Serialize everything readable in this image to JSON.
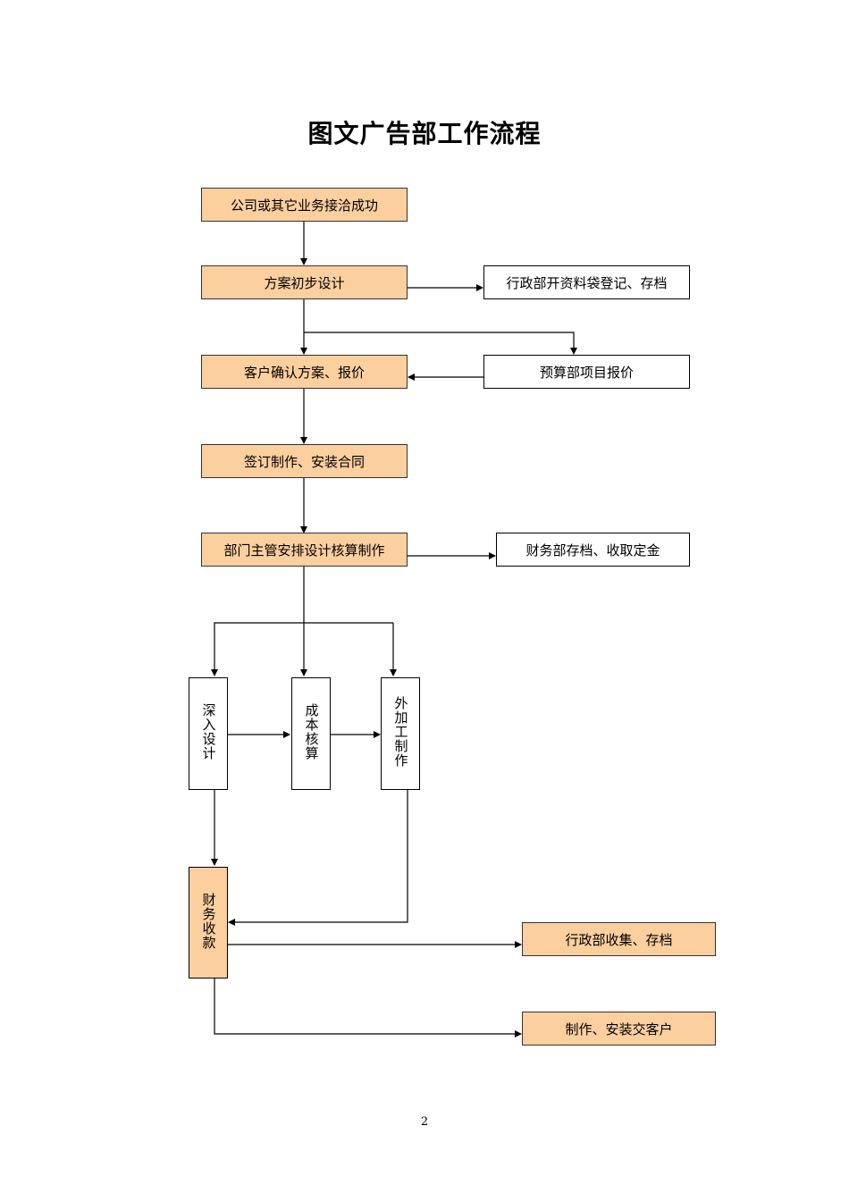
{
  "title": "图文广告部工作流程",
  "colors": {
    "process_fill": "#fbcf9e",
    "line": "#000000"
  },
  "steps": {
    "business_success": "公司或其它业务接洽成功",
    "initial_design": "方案初步设计",
    "admin_register": "行政部开资料袋登记、存档",
    "customer_confirm": "客户确认方案、报价",
    "budget_quote": "预算部项目报价",
    "sign_contract": "签订制作、安装合同",
    "dept_arrange": "部门主管安排设计核算制作",
    "finance_archive": "财务部存档、收取定金",
    "deep_design": "深入设计",
    "cost_calc": "成本核算",
    "outsourcing": "外加工制作",
    "finance_collect": "财务收款",
    "admin_collect": "行政部收集、存档",
    "deliver": "制作、安装交客户"
  },
  "page_number": "2"
}
